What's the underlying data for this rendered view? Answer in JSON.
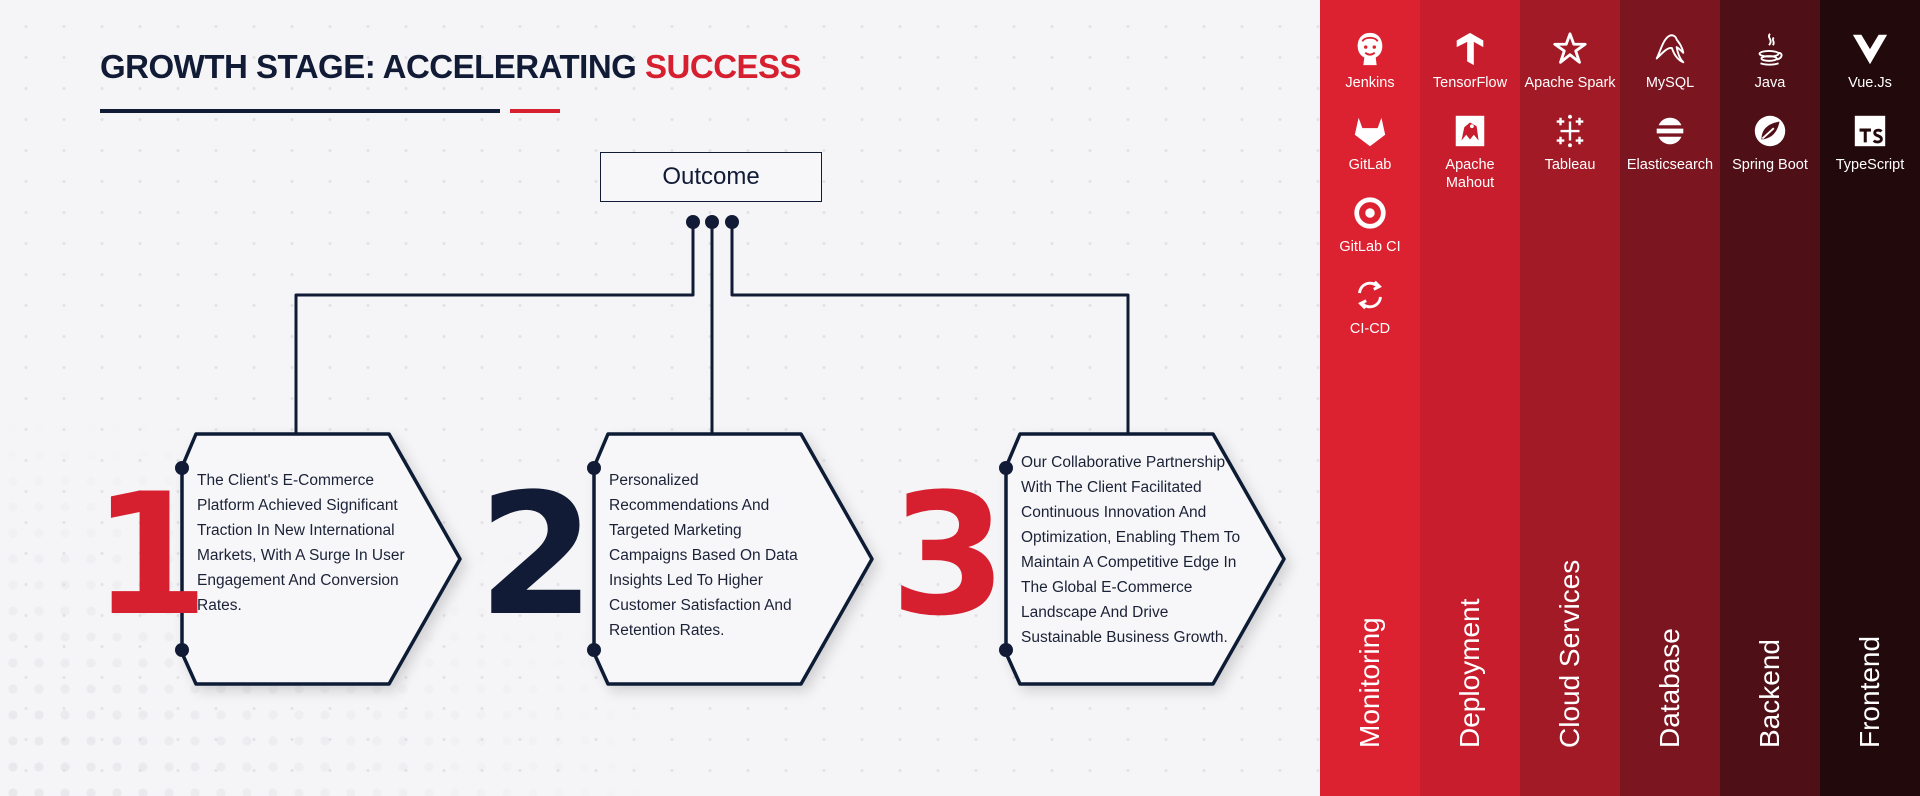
{
  "header": {
    "title_main": "GROWTH STAGE: ACCELERATING ",
    "title_accent": "SUCCESS"
  },
  "colors": {
    "navy": "#111b36",
    "red": "#d7202f",
    "background": "#f5f5f7",
    "panel_columns": [
      "#dc2130",
      "#c81d2d",
      "#a11a26",
      "#7b1520",
      "#4e1016",
      "#22090b"
    ]
  },
  "outcome": {
    "label": "Outcome"
  },
  "steps": [
    {
      "number": "1",
      "text": "The Client's E-Commerce Platform Achieved Significant Traction In New International Markets, With A Surge In User Engagement And Conversion Rates."
    },
    {
      "number": "2",
      "text": "Personalized Recommendations And Targeted Marketing Campaigns Based On Data Insights Led To Higher Customer Satisfaction And Retention Rates."
    },
    {
      "number": "3",
      "text": "Our Collaborative Partnership With The Client Facilitated Continuous Innovation And Optimization, Enabling Them To Maintain A Competitive Edge In The Global E-Commerce Landscape And Drive Sustainable Business Growth."
    }
  ],
  "tech_panel": {
    "columns": [
      {
        "category": "Monitoring",
        "tools": [
          {
            "name": "Jenkins",
            "icon": "jenkins-icon"
          },
          {
            "name": "GitLab",
            "icon": "gitlab-icon"
          },
          {
            "name": "GitLab CI",
            "icon": "gitlab-ci-icon"
          },
          {
            "name": "CI-CD",
            "icon": "ci-cd-icon"
          }
        ]
      },
      {
        "category": "Deployment",
        "tools": [
          {
            "name": "TensorFlow",
            "icon": "tensorflow-icon"
          },
          {
            "name": "Apache Mahout",
            "icon": "apache-mahout-icon"
          }
        ]
      },
      {
        "category": "Cloud Services",
        "tools": [
          {
            "name": "Apache Spark",
            "icon": "apache-spark-icon"
          },
          {
            "name": "Tableau",
            "icon": "tableau-icon"
          }
        ]
      },
      {
        "category": "Database",
        "tools": [
          {
            "name": "MySQL",
            "icon": "mysql-icon"
          },
          {
            "name": "Elasticsearch",
            "icon": "elasticsearch-icon"
          }
        ]
      },
      {
        "category": "Backend",
        "tools": [
          {
            "name": "Java",
            "icon": "java-icon"
          },
          {
            "name": "Spring Boot",
            "icon": "spring-boot-icon"
          }
        ]
      },
      {
        "category": "Frontend",
        "tools": [
          {
            "name": "Vue.Js",
            "icon": "vuejs-icon"
          },
          {
            "name": "TypeScript",
            "icon": "typescript-icon"
          }
        ]
      }
    ]
  }
}
